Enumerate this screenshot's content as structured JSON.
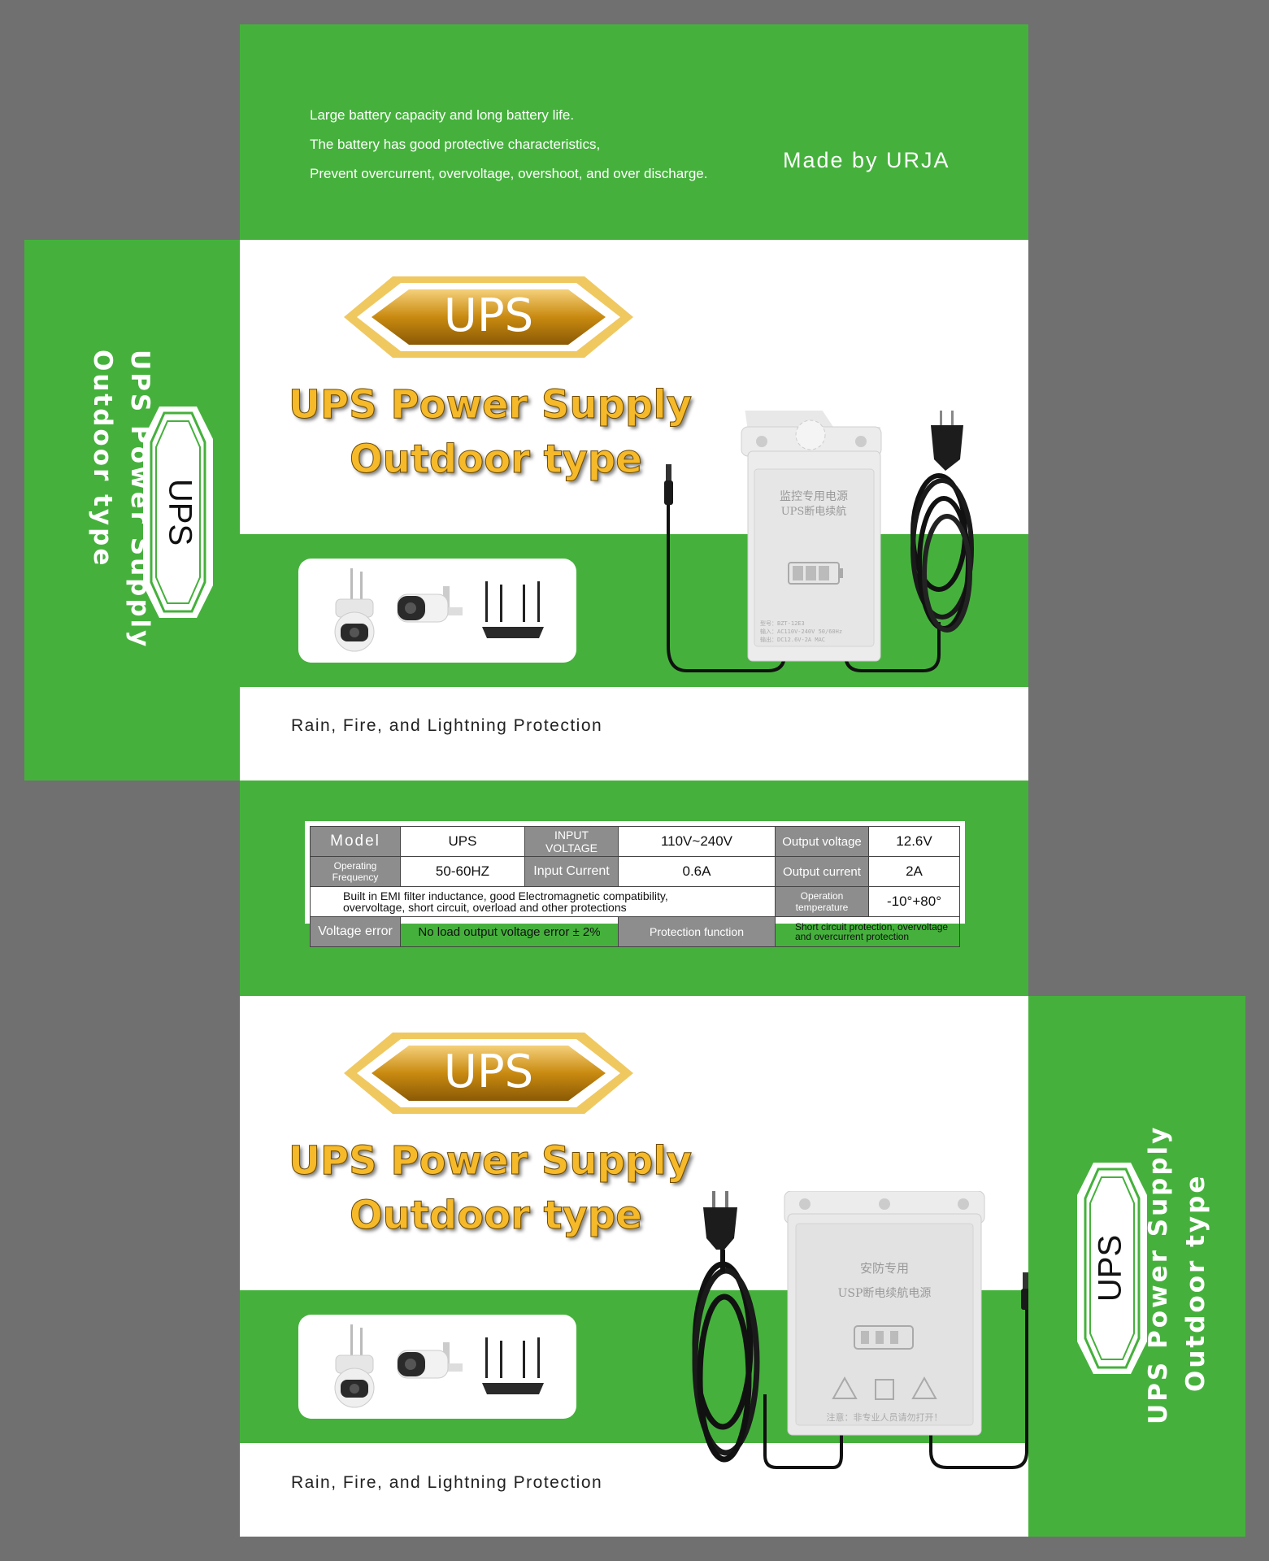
{
  "top_panel": {
    "lines": [
      "Large battery capacity and long battery life.",
      "The battery has good protective characteristics,",
      "Prevent overcurrent, overvoltage, overshoot, and over discharge."
    ],
    "made_by": "Made by URJA"
  },
  "front": {
    "badge": "UPS",
    "title_line1": "UPS  Power  Supply",
    "title_line2": "Outdoor type",
    "tagline": "Rain, Fire, and Lightning Protection",
    "device_label_cn1": "监控专用电源",
    "device_label_cn2": "UPS断电续航",
    "device_small": [
      "型号：BZT-12E3",
      "输入：AC110V-240V 50/60Hz",
      "输出：DC12.6V-2A MAC"
    ]
  },
  "back": {
    "badge": "UPS",
    "title_line1": "UPS  Power  Supply",
    "title_line2": "Outdoor type",
    "tagline": "Rain, Fire, and Lightning Protection",
    "device_label_cn1": "安防专用",
    "device_label_cn2": "USP断电续航电源",
    "device_note": "注意：非专业人员请勿打开！"
  },
  "left_flap": {
    "line1": "UPS  Power  Supply",
    "line2": "Outdoor type",
    "badge": "UPS"
  },
  "right_flap": {
    "line1": "UPS  Power  Supply",
    "line2": "Outdoor type",
    "badge": "UPS"
  },
  "spec": {
    "model_label": "Model",
    "model_value": "UPS",
    "input_voltage_label": "INPUT VOLTAGE",
    "input_voltage_value": "110V~240V",
    "output_voltage_label": "Output voltage",
    "output_voltage_value": "12.6V",
    "freq_label": "Operating Frequency",
    "freq_value": "50-60HZ",
    "input_current_label": "Input Current",
    "input_current_value": "0.6A",
    "output_current_label": "Output current",
    "output_current_value": "2A",
    "emi_line1": "Built in EMI filter inductance, good Electromagnetic compatibility,",
    "emi_line2": "overvoltage, short circuit, overload and other protections",
    "temp_label": "Operation temperature",
    "temp_value": "-10°+80°",
    "verr_label": "Voltage error",
    "verr_value": "No load output voltage error ± 2%",
    "prot_label": "Protection function",
    "prot_line1": "Short circuit protection, overvoltage",
    "prot_line2": "and overcurrent protection"
  },
  "colors": {
    "green": "#45b13c",
    "gold": "#f5b92a",
    "background": "#707070"
  }
}
